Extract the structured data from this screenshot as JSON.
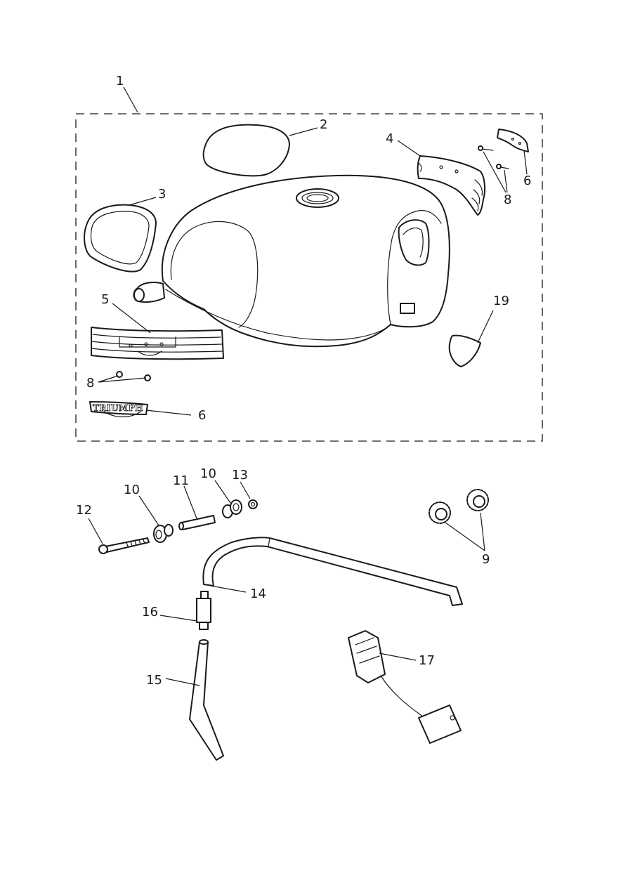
{
  "callouts": {
    "c1": "1",
    "c2": "2",
    "c3": "3",
    "c4": "4",
    "c5": "5",
    "c6a": "6",
    "c6b": "6",
    "c8a": "8",
    "c8b": "8",
    "c9": "9",
    "c10a": "10",
    "c10b": "10",
    "c11": "11",
    "c12": "12",
    "c13": "13",
    "c14": "14",
    "c15": "15",
    "c16": "16",
    "c17": "17",
    "c19": "19"
  },
  "badge": {
    "text": "TRIUMPH"
  },
  "colors": {
    "line": "#1a1a1a",
    "fill": "#ffffff"
  }
}
